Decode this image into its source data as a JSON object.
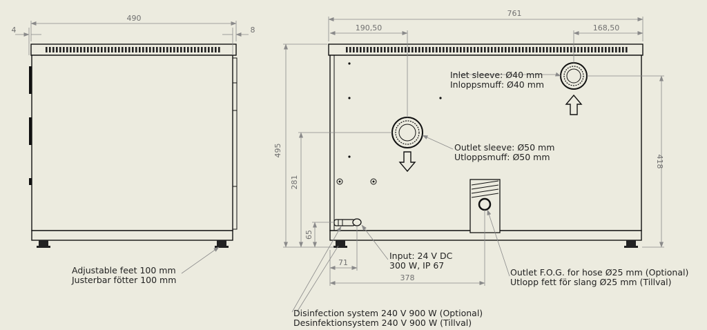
{
  "dimensions": {
    "side_width": "490",
    "side_left_offset": "4",
    "side_right_offset": "8",
    "front_width": "761",
    "outlet_x": "190,50",
    "inlet_x": "168,50",
    "total_height": "495",
    "outlet_height": "281",
    "inlet_height": "418",
    "input_height": "65",
    "input_x": "71",
    "fog_x": "378"
  },
  "labels": {
    "inlet_en": "Inlet sleeve: Ø40 mm",
    "inlet_sv": "Inloppsmuff: Ø40 mm",
    "outlet_en": "Outlet sleeve: Ø50 mm",
    "outlet_sv": "Utloppsmuff: Ø50 mm",
    "input_line1": "Input: 24 V DC",
    "input_line2": "300 W, IP 67",
    "fog_en": "Outlet F.O.G. for hose Ø25 mm (Optional)",
    "fog_sv": "Utlopp fett för slang Ø25 mm (Tillval)",
    "feet_en": "Adjustable feet 100 mm",
    "feet_sv": "Justerbar fötter 100 mm",
    "disinfection_en": "Disinfection system 240 V 900 W (Optional)",
    "disinfection_sv": "Desinfektionsystem 240 V 900 W (Tillval)"
  }
}
